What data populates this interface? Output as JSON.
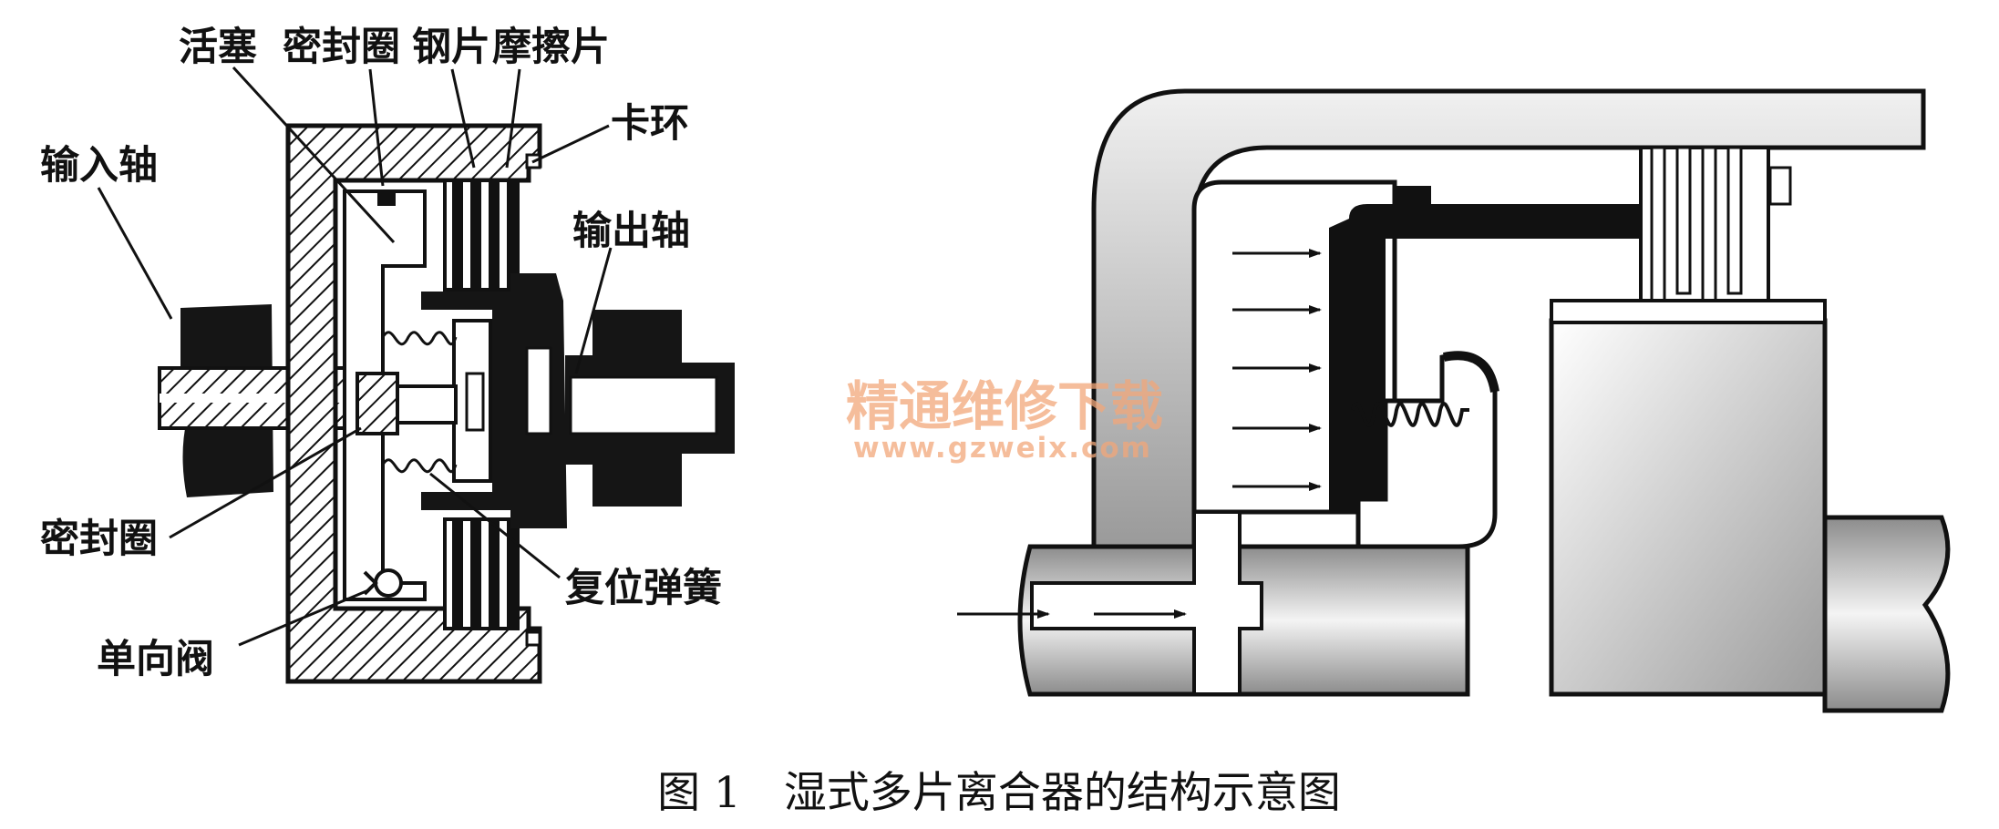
{
  "left_diagram": {
    "labels": {
      "piston": "活塞",
      "seal_top": "密封圈",
      "steel_plate": "钢片",
      "friction_plate": "摩擦片",
      "snap_ring": "卡环",
      "input_shaft": "输入轴",
      "output_shaft": "输出轴",
      "seal_bottom": "密封圈",
      "return_spring": "复位弹簧",
      "check_valve": "单向阀"
    }
  },
  "watermark": {
    "text": "精通维修下载",
    "url": "www.gzweix.com"
  },
  "caption": "图 1　湿式多片离合器的结构示意图",
  "colors": {
    "ink": "#111111",
    "hatch": "#111111",
    "shade": "#cfcfcf",
    "watermark": "#f2a77a"
  }
}
